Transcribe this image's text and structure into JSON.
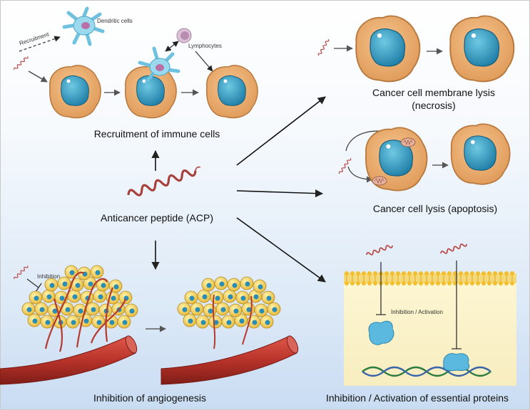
{
  "labels": {
    "recruitment_small": "Recruitment",
    "dendritic_cells": "Dendritic cells",
    "lymphocytes": "Lymphocytes",
    "recruitment_immune": "Recruitment of immune cells",
    "membrane_lysis_line1": "Cancer cell membrane lysis",
    "membrane_lysis_line2": "(necrosis)",
    "apoptosis": "Cancer cell lysis (apoptosis)",
    "acp": "Anticancer peptide (ACP)",
    "inhibition_small": "Inhibition",
    "inhibition_activation_small": "Inhibition / Activation",
    "angiogenesis": "Inhibition of angiogenesis",
    "essential_proteins": "Inhibition / Activation of essential proteins"
  },
  "colors": {
    "cell_body": "#e9a96a",
    "cell_edge": "#c07a3f",
    "nucleus": "#2f8fb4",
    "nucleus_light": "#6cc6e0",
    "peptide": "#c0504d",
    "dendritic": "#8fd3ea",
    "lymphocyte": "#d7b8cf",
    "vessel": "#c0392b",
    "membrane": "#f2c84b",
    "cytoplasm": "#fbf3c7"
  }
}
